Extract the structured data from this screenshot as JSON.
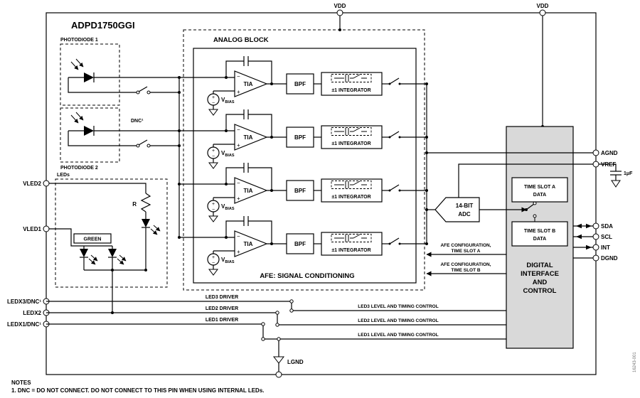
{
  "title": "ADPD1750GGI",
  "pins": {
    "vdd": "VDD",
    "agnd": "AGND",
    "vref": "VREF",
    "vref_cap": "1μF",
    "sda": "SDA",
    "scl": "SCL",
    "int": "INT",
    "dgnd": "DGND",
    "vled2": "VLED2",
    "vled1": "VLED1",
    "ledx3": "LEDX3/DNC¹",
    "ledx2": "LEDX2",
    "ledx1": "LEDX1/DNC¹",
    "lgnd": "LGND"
  },
  "analog": {
    "block_label": "ANALOG BLOCK",
    "afe_caption": "AFE: SIGNAL CONDITIONING",
    "tia": "TIA",
    "bpf": "BPF",
    "integrator": "±1 INTEGRATOR",
    "vbias_v": "V",
    "vbias_sub": "BIAS",
    "plus": "+",
    "minus": "−",
    "adc_line1": "14-BIT",
    "adc_line2": "ADC"
  },
  "digital": {
    "time_slot_a_line1": "TIME SLOT A",
    "time_slot_a_line2": "DATA",
    "time_slot_b_line1": "TIME SLOT B",
    "time_slot_b_line2": "DATA",
    "name_line1": "DIGITAL",
    "name_line2": "INTERFACE",
    "name_line3": "AND",
    "name_line4": "CONTROL"
  },
  "annotations": {
    "afe_cfg_a_line1": "AFE CONFIGURATION,",
    "afe_cfg_a_line2": "TIME SLOT A",
    "afe_cfg_b_line1": "AFE CONFIGURATION,",
    "afe_cfg_b_line2": "TIME SLOT B",
    "led3_ctrl": "LED3 LEVEL AND TIMING CONTROL",
    "led2_ctrl": "LED2 LEVEL AND TIMING CONTROL",
    "led1_ctrl": "LED1 LEVEL AND TIMING CONTROL",
    "led3_driver": "LED3 DRIVER",
    "led2_driver": "LED2 DRIVER",
    "led1_driver": "LED1 DRIVER",
    "photodiode1": "PHOTODIODE 1",
    "photodiode2": "PHOTODIODE 2",
    "leds": "LEDs",
    "green": "GREEN",
    "resistor": "R",
    "dnc": "DNC¹"
  },
  "notes": {
    "heading": "NOTES",
    "line1": "1. DNC = DO NOT CONNECT. DO NOT CONNECT TO THIS PIN WHEN USING INTERNAL LEDs."
  },
  "watermark": "16243-001",
  "colors": {
    "line": "#000000",
    "digital_fill": "#d9d9d9",
    "background": "#ffffff"
  }
}
